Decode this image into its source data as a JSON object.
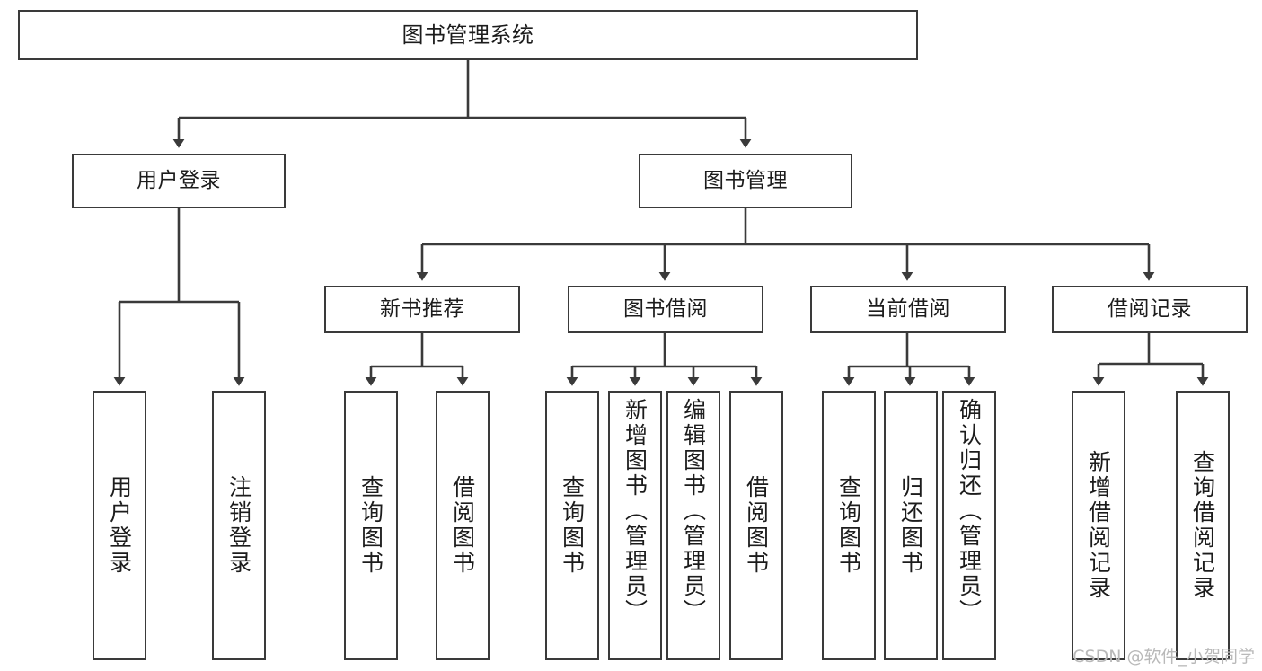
{
  "diagram": {
    "title": "图书管理系统",
    "type": "功能结构图",
    "root": {
      "id": "root",
      "label": "图书管理系统"
    },
    "level2": [
      {
        "id": "user-login",
        "label": "用户登录"
      },
      {
        "id": "book-manage",
        "label": "图书管理"
      }
    ],
    "level3": [
      {
        "id": "new-book-rec",
        "label": "新书推荐"
      },
      {
        "id": "book-borrow",
        "label": "图书借阅"
      },
      {
        "id": "current-borrow",
        "label": "当前借阅"
      },
      {
        "id": "borrow-record",
        "label": "借阅记录"
      }
    ],
    "leaves": {
      "user_login": [
        {
          "id": "leaf-user-login",
          "label": "用户登录"
        },
        {
          "id": "leaf-logout",
          "label": "注销登录"
        }
      ],
      "new_book_rec": [
        {
          "id": "leaf-query-book-1",
          "label": "查询图书"
        },
        {
          "id": "leaf-borrow-book-1",
          "label": "借阅图书"
        }
      ],
      "book_borrow": [
        {
          "id": "leaf-query-book-2",
          "label": "查询图书"
        },
        {
          "id": "leaf-add-book",
          "label": "新增图书（管理员）"
        },
        {
          "id": "leaf-edit-book",
          "label": "编辑图书（管理员）"
        },
        {
          "id": "leaf-borrow-book-2",
          "label": "借阅图书"
        }
      ],
      "current_borrow": [
        {
          "id": "leaf-query-book-3",
          "label": "查询图书"
        },
        {
          "id": "leaf-return-book",
          "label": "归还图书"
        },
        {
          "id": "leaf-confirm-return",
          "label": "确认归还（管理员）"
        }
      ],
      "borrow_record": [
        {
          "id": "leaf-add-record",
          "label": "新增借阅记录"
        },
        {
          "id": "leaf-query-record",
          "label": "查询借阅记录"
        }
      ]
    }
  },
  "watermark": {
    "text": "CSDN @软件_小贺同学"
  },
  "colors": {
    "stroke": "#3a3a3a",
    "box_fill": "#ffffff",
    "text": "#1c1c1c",
    "watermark": "#b9b9b9",
    "background": "#ffffff"
  }
}
